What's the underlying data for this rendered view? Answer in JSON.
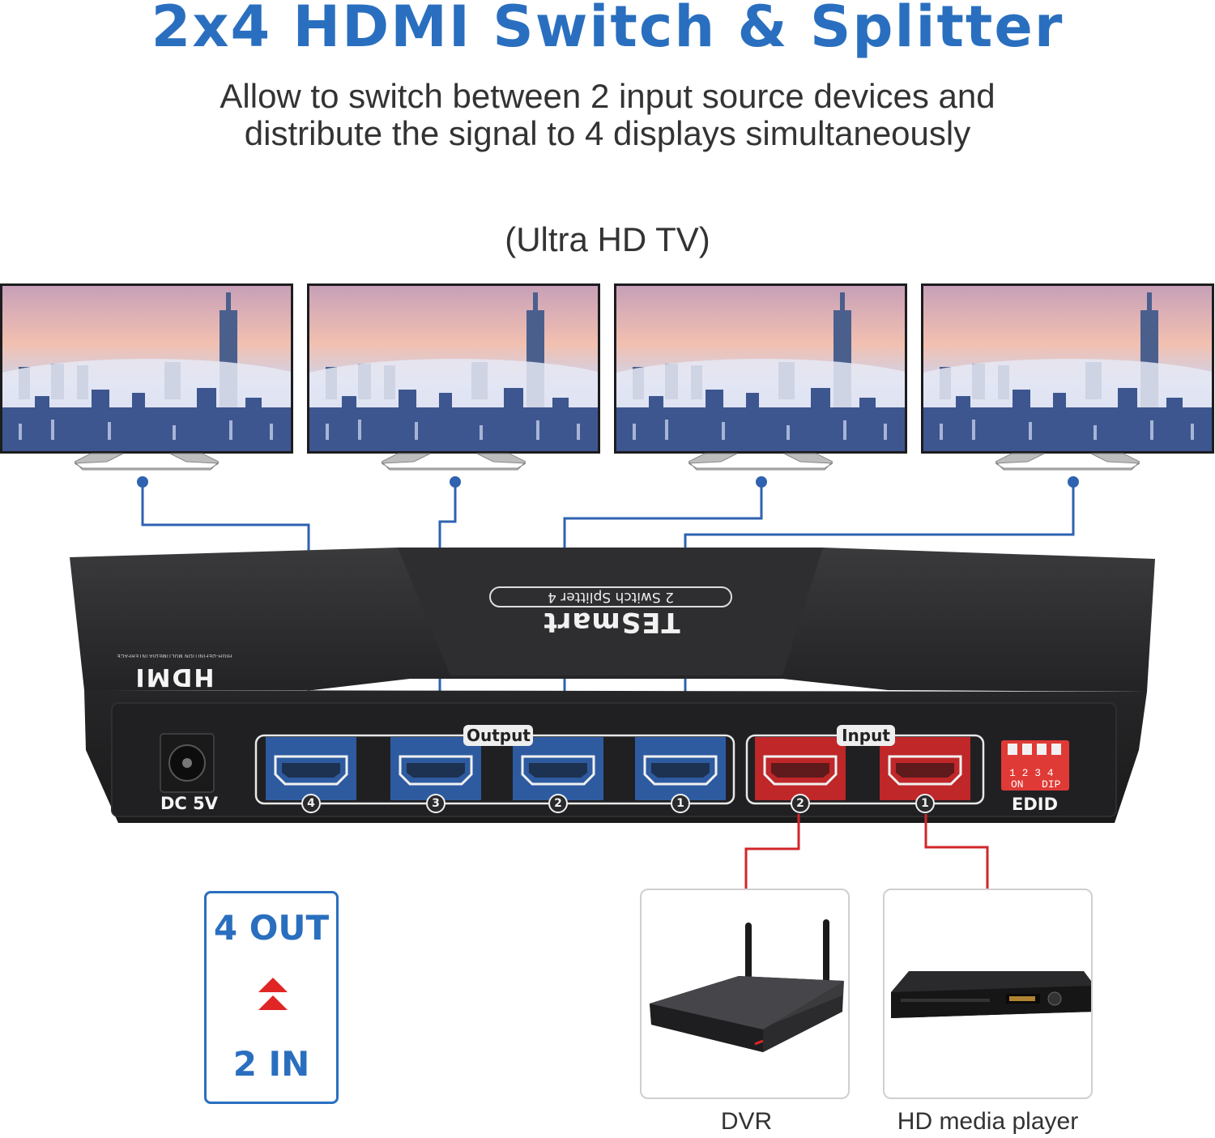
{
  "header": {
    "title": "2x4 HDMI Switch & Splitter",
    "subtitle_line1": "Allow to switch between 2 input source devices and",
    "subtitle_line2": "distribute the signal to 4 displays simultaneously"
  },
  "displays": {
    "caption": "(Ultra HD TV)",
    "count": 4
  },
  "device": {
    "brand": "TESmart",
    "model": "2 Switch Splitter 4",
    "hdmi_logo": "HDMI",
    "hdmi_tagline": "HIGH-DEFINITION MULTIMEDIA INTERFACE",
    "power_label": "DC 5V",
    "output_group_label": "Output",
    "input_group_label": "Input",
    "output_ports": [
      "4",
      "3",
      "2",
      "1"
    ],
    "input_ports": [
      "2",
      "1"
    ],
    "edid_label": "EDID",
    "dip_numbers": "1 2 3 4",
    "dip_on": "ON",
    "dip_name": "DIP"
  },
  "badge": {
    "out_text": "4 OUT",
    "in_text": "2 IN"
  },
  "sources": [
    {
      "label": "DVR",
      "icon": "dvr-router-icon"
    },
    {
      "label": "HD media player",
      "icon": "dvd-player-icon"
    }
  ],
  "colors": {
    "brand_blue": "#2a6fbf",
    "output_port": "#2f5fa8",
    "input_port": "#c8282a",
    "output_wire": "#2f62b0",
    "input_wire": "#d1262a",
    "device_body": "#2a2a2d"
  }
}
